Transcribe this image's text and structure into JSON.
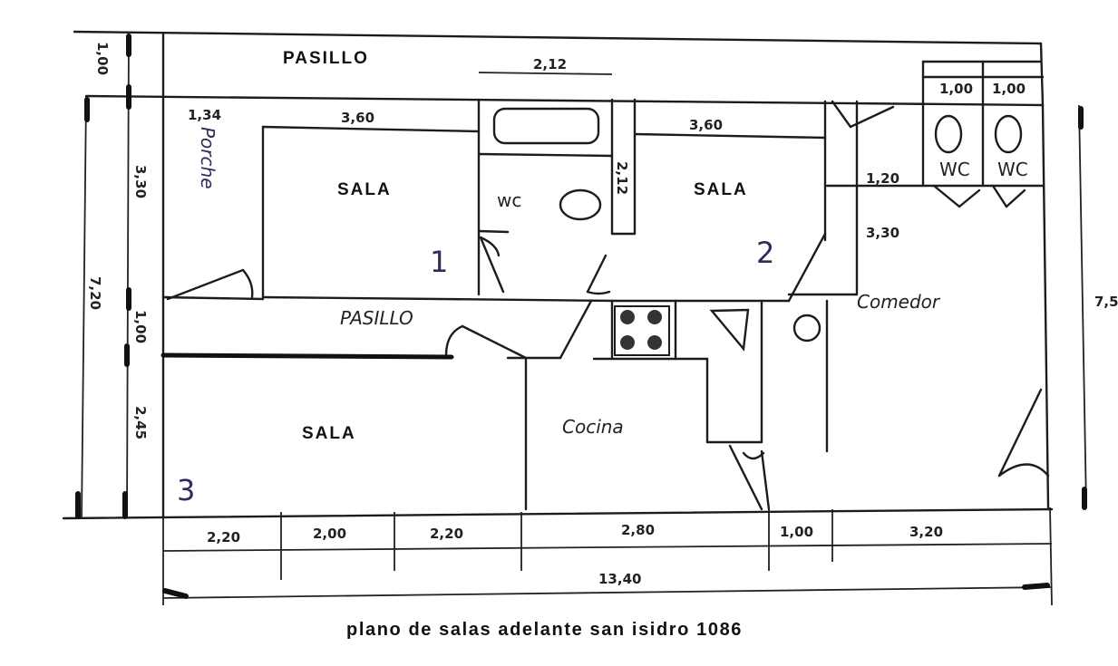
{
  "caption": "plano de salas adelante san isidro 1086",
  "rooms": {
    "pasillo_top": "PASILLO",
    "sala1": "SALA",
    "sala2": "SALA",
    "sala3": "SALA",
    "pasillo_mid": "PASILLO",
    "cocina": "Cocina",
    "comedor": "Comedor",
    "porche": "Porche",
    "wc_bath": "wc",
    "wc_left": "WC",
    "wc_right": "WC"
  },
  "room_numbers": {
    "n1": "1",
    "n2": "2",
    "n3": "3"
  },
  "dimensions": {
    "top_pasillo_h": "1,00",
    "porche_w": "1,34",
    "sala1_w": "3,60",
    "bath_w": "2,12",
    "bath_h": "2,12",
    "sala2_w": "3,60",
    "wc_w1": "1,00",
    "wc_w2": "1,00",
    "comedor_small": "1,20",
    "comedor_h": "3,30",
    "sala1_h": "3,30",
    "total_h_left": "7,20",
    "pasillo_h": "1,00",
    "sala3_h": "2,45",
    "total_h_right": "7,5",
    "bottom_1": "2,20",
    "bottom_2": "2,00",
    "bottom_3": "2,20",
    "bottom_4": "2,80",
    "bottom_5": "1,00",
    "bottom_6": "3,20",
    "total_w": "13,40"
  }
}
